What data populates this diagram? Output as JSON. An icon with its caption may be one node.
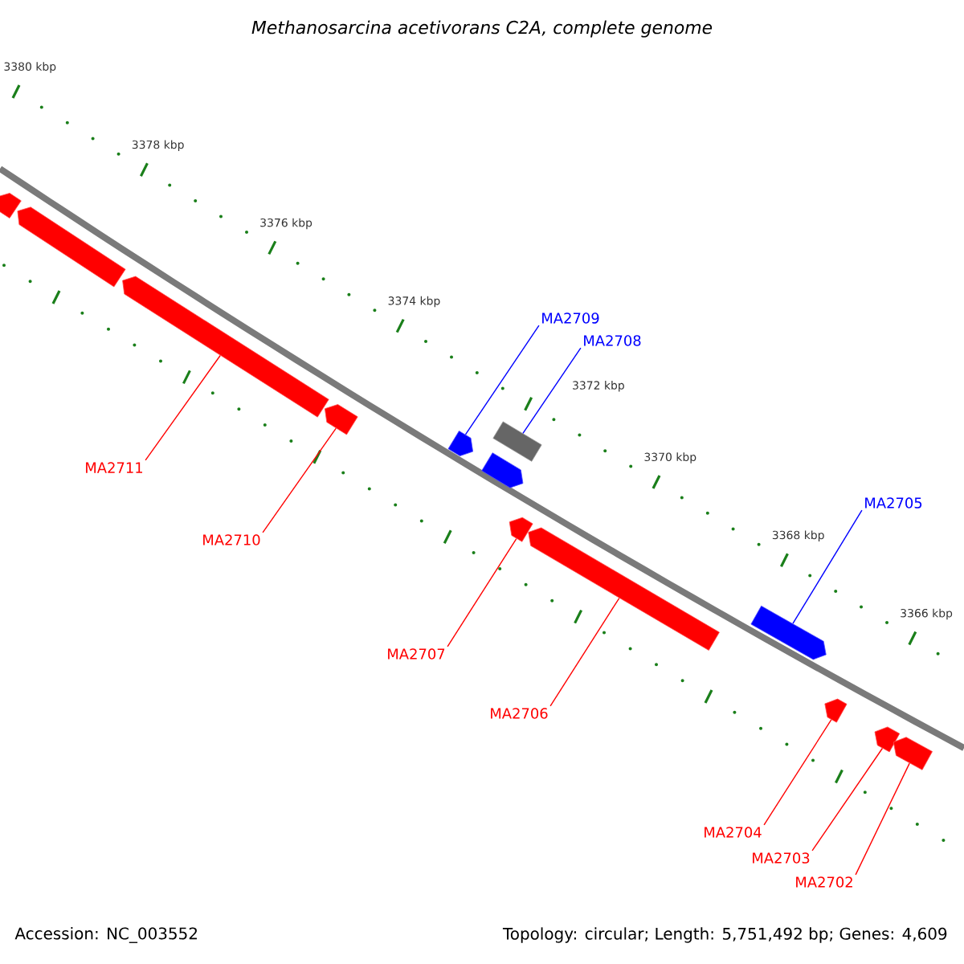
{
  "diagram": {
    "title": "Methanosarcina acetivorans C2A, complete genome",
    "nodes": [
      {
        "text": [],
        "shape": "arrow"
      },
      {
        "text": [],
        "shape": "arrow"
      },
      {
        "text": [],
        "shape": "arrow"
      },
      {
        "text": [],
        "shape": "arrow"
      },
      {
        "text": [],
        "shape": "arrow"
      },
      {
        "text": [],
        "shape": "box"
      },
      {
        "text": [],
        "shape": "arrow"
      },
      {
        "text": [],
        "shape": "arrow"
      },
      {
        "text": [],
        "shape": "arrow"
      },
      {
        "text": [],
        "shape": "arrow"
      },
      {
        "text": [],
        "shape": "arrow"
      },
      {
        "text": [],
        "shape": "arrow"
      },
      {
        "text": [],
        "shape": "arrow"
      },
      {
        "text": [
          "MA2711"
        ]
      },
      {
        "text": [
          "MA2710"
        ]
      },
      {
        "text": [
          "MA2709"
        ]
      },
      {
        "text": [
          "MA2708"
        ]
      },
      {
        "text": [
          "MA2707"
        ]
      },
      {
        "text": [
          "MA2706"
        ]
      },
      {
        "text": [
          "MA2705"
        ]
      },
      {
        "text": [
          "MA2704"
        ]
      },
      {
        "text": [
          "MA2703"
        ]
      },
      {
        "text": [
          "MA2702"
        ]
      }
    ],
    "edges": [
      {
        "from": 13,
        "to": 2,
        "arrow": "none"
      },
      {
        "from": 14,
        "to": 3,
        "arrow": "none"
      },
      {
        "from": 15,
        "to": 4,
        "arrow": "none",
        "color": "#0000ff"
      },
      {
        "from": 16,
        "to": 5,
        "arrow": "none",
        "color": "#0000ff"
      },
      {
        "from": 17,
        "to": 7,
        "arrow": "none"
      },
      {
        "from": 18,
        "to": 8,
        "arrow": "none"
      },
      {
        "from": 19,
        "to": 9,
        "arrow": "none",
        "color": "#0000ff"
      },
      {
        "from": 20,
        "to": 10,
        "arrow": "none"
      },
      {
        "from": 21,
        "to": 11,
        "arrow": "none"
      },
      {
        "from": 22,
        "to": 12,
        "arrow": "none"
      }
    ],
    "labels": [
      "3380 kbp",
      "3378 kbp",
      "3376 kbp",
      "3374 kbp",
      "3372 kbp",
      "3370 kbp",
      "3368 kbp",
      "3366 kbp",
      "Accession: NC_003552",
      "Topology: circular; Length: 5,751,492 bp; Genes: 4,609"
    ]
  }
}
